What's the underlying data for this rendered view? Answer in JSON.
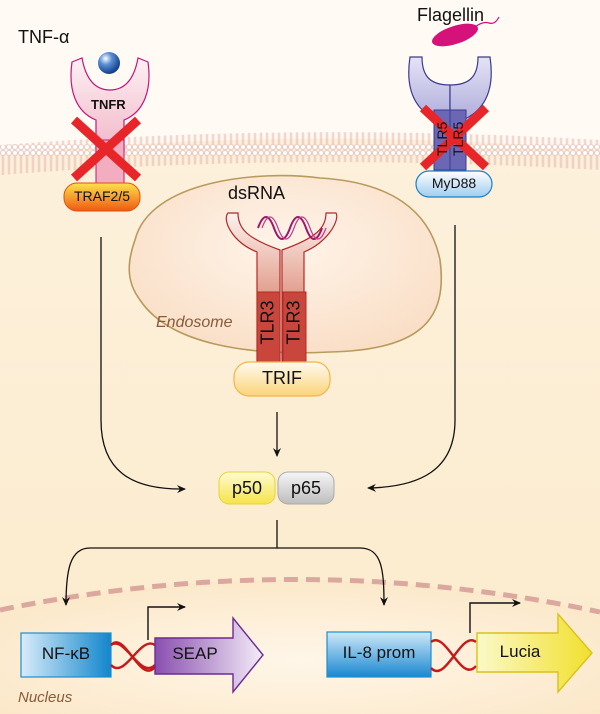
{
  "ligands": {
    "tnf": "TNF-α",
    "flagellin": "Flagellin",
    "dsrna": "dsRNA"
  },
  "receptors": {
    "tnfr": "TNFR",
    "tlr5_left": "TLR5",
    "tlr5_right": "TLR5",
    "tlr3_left": "TLR3",
    "tlr3_right": "TLR3"
  },
  "adaptors": {
    "traf": "TRAF2/5",
    "myd88": "MyD88",
    "trif": "TRIF"
  },
  "compartments": {
    "endosome": "Endosome",
    "nucleus": "Nucleus"
  },
  "transcription_factor": {
    "p50": "p50",
    "p65": "p65"
  },
  "reporters": {
    "left_promoter": "NF-κB",
    "left_gene": "SEAP",
    "right_promoter": "IL-8 prom",
    "right_gene": "Lucia"
  },
  "inhibited": [
    "TNFR",
    "TLR5"
  ],
  "colors": {
    "inhibition_x": "#e8262a",
    "tnfr": "#c2187a",
    "tlr5": "#3d3a8f",
    "tlr3": "#b22a27",
    "traf": "#f06a10",
    "myd88": "#1c7fc6",
    "trif": "#f7c25a",
    "p50": "#f5e34a",
    "p65": "#c8c8c8",
    "promoter": "#1a8fd1",
    "seap": "#7b3a9e",
    "lucia": "#f2e330"
  }
}
